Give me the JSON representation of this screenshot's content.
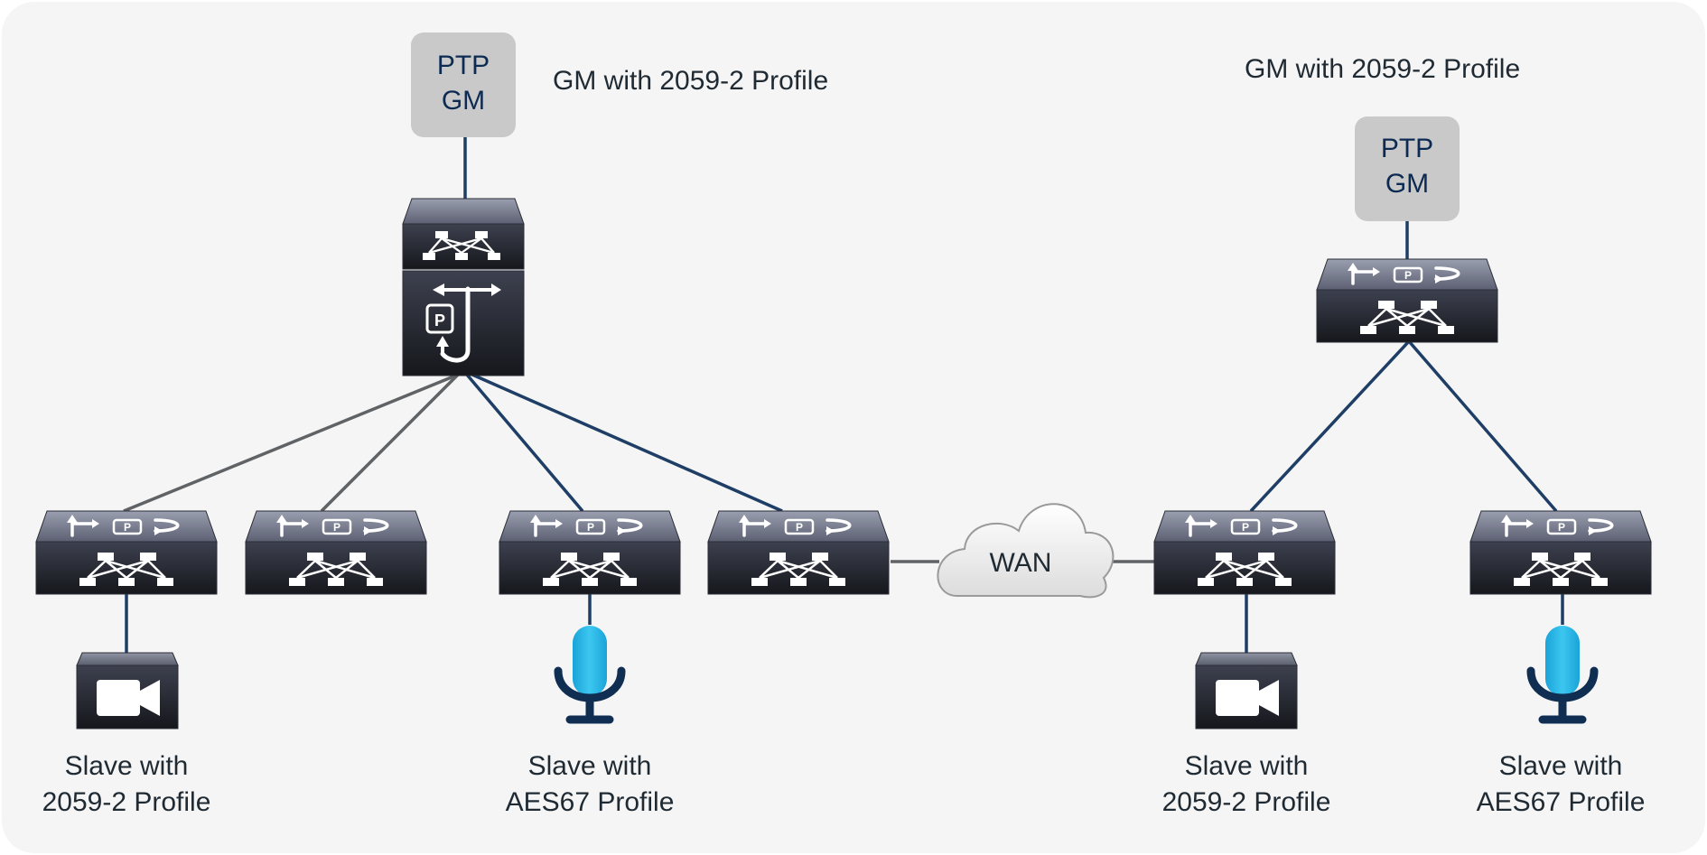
{
  "colors": {
    "background": "#f5f5f5",
    "link_blue": "#1f3e66",
    "link_gray": "#606366",
    "gm_box": "#c9c9c9",
    "mic_blue": "#2bb9e6",
    "device_dark": "#23252c"
  },
  "grandmasters": [
    {
      "id": "gm-left",
      "title": "PTP",
      "subtitle": "GM",
      "caption": "GM with 2059-2 Profile"
    },
    {
      "id": "gm-right",
      "title": "PTP",
      "subtitle": "GM",
      "caption": "GM with 2059-2 Profile"
    }
  ],
  "core_device": {
    "icon": "boundary-clock-router-icon",
    "badge": "P"
  },
  "access_switches": [
    {
      "id": "sw-1",
      "icon": "ptp-switch-icon",
      "badge": "P"
    },
    {
      "id": "sw-2",
      "icon": "ptp-switch-icon",
      "badge": "P"
    },
    {
      "id": "sw-3",
      "icon": "ptp-switch-icon",
      "badge": "P"
    },
    {
      "id": "sw-4",
      "icon": "ptp-switch-icon",
      "badge": "P"
    },
    {
      "id": "sw-5",
      "icon": "ptp-switch-icon",
      "badge": "P"
    },
    {
      "id": "sw-6",
      "icon": "ptp-switch-icon",
      "badge": "P"
    },
    {
      "id": "sw-right-core",
      "icon": "ptp-switch-icon",
      "badge": "P"
    }
  ],
  "wan": {
    "label": "WAN",
    "icon": "cloud-icon"
  },
  "endpoints": [
    {
      "id": "ep-1",
      "icon": "video-camera-icon",
      "line1": "Slave with",
      "line2": "2059-2 Profile"
    },
    {
      "id": "ep-2",
      "icon": "microphone-icon",
      "line1": "Slave with",
      "line2": "AES67 Profile"
    },
    {
      "id": "ep-3",
      "icon": "video-camera-icon",
      "line1": "Slave with",
      "line2": "2059-2 Profile"
    },
    {
      "id": "ep-4",
      "icon": "microphone-icon",
      "line1": "Slave with",
      "line2": "AES67 Profile"
    }
  ]
}
